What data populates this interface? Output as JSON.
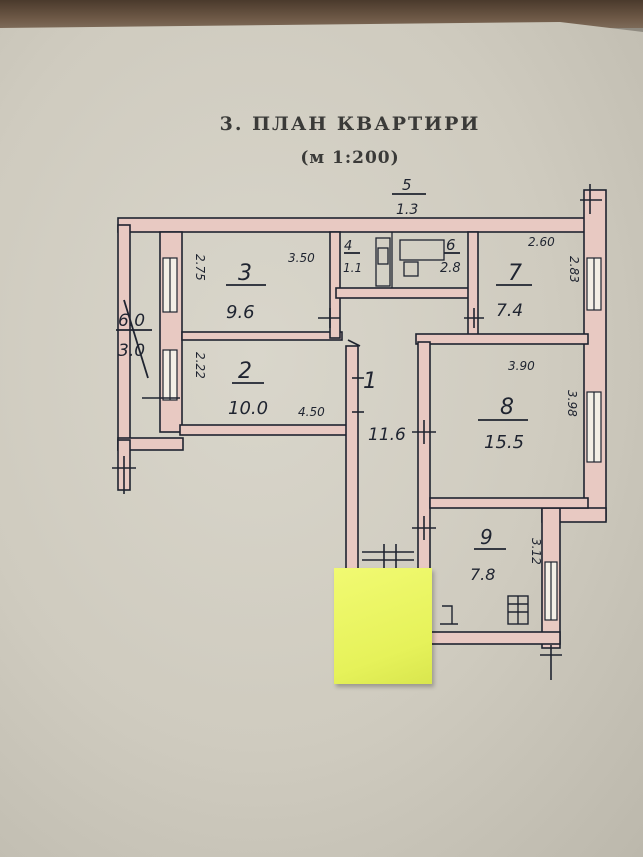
{
  "header": {
    "title": "3. ПЛАН КВАРТИРИ",
    "scale": "(м 1:200)"
  },
  "rooms": [
    {
      "id": "1",
      "area": "11.6"
    },
    {
      "id": "2",
      "area": "10.0"
    },
    {
      "id": "3",
      "area": "9.6"
    },
    {
      "id": "4",
      "area": "1.1"
    },
    {
      "id": "5",
      "area": "1.3"
    },
    {
      "id": "6",
      "area": "2.8"
    },
    {
      "id": "7",
      "area": "7.4"
    },
    {
      "id": "8",
      "area": "15.5"
    },
    {
      "id": "9",
      "area": "7.8"
    }
  ],
  "balcony": {
    "top": "6.0",
    "bottom": "3.0"
  },
  "dimensions": [
    "3.50",
    "2.75",
    "2.22",
    "4.50",
    "2.60",
    "2.83",
    "3.90",
    "3.98",
    "3.12"
  ],
  "colors": {
    "paper": "#d4d0c5",
    "wall_fill": "#e8c9c2",
    "ink": "#1f2430",
    "sticky_note": "#eaf55e"
  }
}
